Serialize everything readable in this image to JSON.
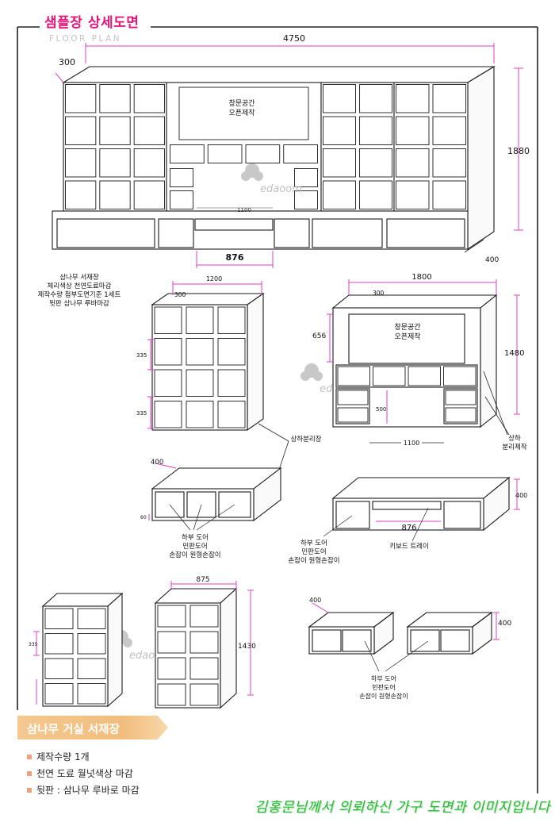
{
  "header": {
    "title": "샘플장 상세도면",
    "subtitle": "FLOOR PLAN"
  },
  "watermark": "edaoom",
  "colors": {
    "accent": "#e4157a",
    "dimension": "#e040c0",
    "footer": "#2db83a",
    "banner": "#f2bd7c",
    "line": "#1a1a1a"
  },
  "top_view": {
    "width": "4750",
    "depth_left": "300",
    "height": "1880",
    "depth_right": "400",
    "open_space_1": "창문공간",
    "open_space_2": "오픈제작",
    "desk_width": "1100",
    "desk_opening": "876"
  },
  "notes": [
    "삼나무 서재장",
    "체리색상 천연도료마감",
    "제작수량 첨부도면기준 1세트",
    "뒷판 삼나무 루바마감"
  ],
  "upper_left": {
    "width": "1200",
    "depth": "300",
    "shelf_height_1": "335",
    "shelf_height_2": "335"
  },
  "upper_right": {
    "width": "1800",
    "depth": "300",
    "height": "1480",
    "top_open": "656",
    "side_open": "500",
    "desk_width": "1100",
    "open_1": "창문공간",
    "open_2": "오픈제작",
    "split_1": "상하",
    "split_2": "분리제작"
  },
  "split_label": "상하분리장",
  "base_left": {
    "depth": "400",
    "foot": "60",
    "door_1": "하부 도어",
    "door_2": "민판도어",
    "door_3": "손잡이 원형손잡이"
  },
  "base_desk": {
    "height": "400",
    "width": "876",
    "tray": "키보드 트레이",
    "door_1": "하부 도어",
    "door_2": "민판도어",
    "door_3": "손잡이 원형손잡이"
  },
  "tall_cabinets": {
    "width": "875",
    "height": "1430",
    "shelf": "335"
  },
  "small_bases": {
    "depth": "400",
    "height": "400",
    "door_1": "하부 도어",
    "door_2": "민판도어",
    "door_3": "손잡이 원형손잡이"
  },
  "product": {
    "name": "삼나무 거실 서재장",
    "bullets": [
      "제작수량  1개",
      "천연 도료 월넛색상 마감",
      "뒷판 : 삼나무 루바로 마감"
    ]
  },
  "footer": "김홍문님께서 의뢰하신 가구 도면과 이미지입니다"
}
